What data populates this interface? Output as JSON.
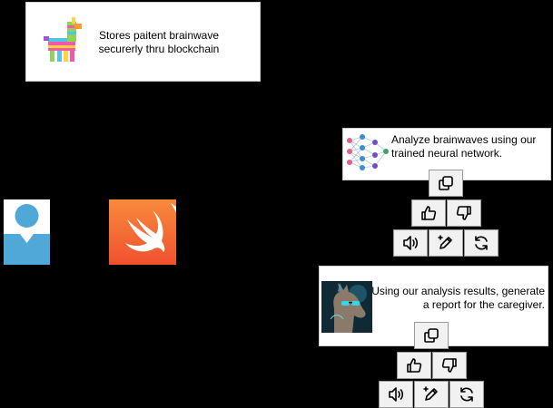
{
  "blockchain_card": {
    "text": "Stores paitent brainwave securerly thru blockchain",
    "icon": "pinata-llama-icon"
  },
  "analyze_card": {
    "text": "Analyze brainwaves using our trained neural network.",
    "icon": "neural-network-icon"
  },
  "report_card": {
    "text": "Using our analysis results, generate a report for the caregiver.",
    "icon": "llama-sunglasses-icon"
  },
  "nodes": {
    "patient": "user-avatar-icon",
    "app": "swift-logo-icon"
  },
  "actions": [
    "copy-icon",
    "thumbs-up-icon",
    "thumbs-down-icon",
    "speaker-icon",
    "edit-sparkle-icon",
    "regenerate-icon"
  ],
  "colors": {
    "background": "#000000",
    "card": "#ffffff",
    "button": "#f1f1f1",
    "user_blue": "#4fa8d8",
    "swift_top": "#f88a3c",
    "swift_bottom": "#f0512e"
  }
}
